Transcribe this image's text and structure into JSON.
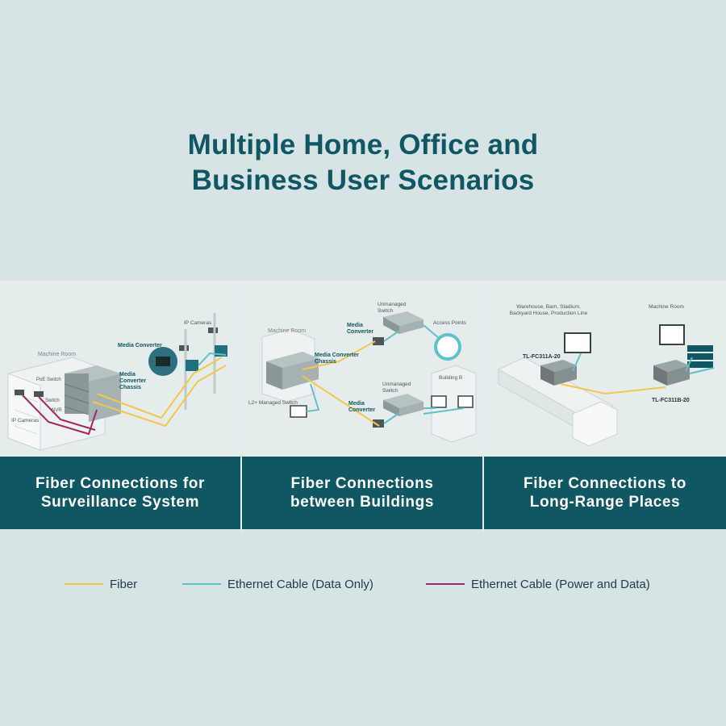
{
  "title": {
    "line1": "Multiple Home, Office and",
    "line2": "Business User Scenarios"
  },
  "colors": {
    "fiber": "#f2c74e",
    "ethernet_data": "#5fc1c9",
    "ethernet_power": "#a3285f",
    "brand": "#0f5763",
    "background": "#d7e3e4"
  },
  "panels": [
    {
      "caption_line1": "Fiber Connections for",
      "caption_line2": "Surveillance System",
      "labels": {
        "machine_room": "Machine Room",
        "poe_switch": "PoE Switch",
        "switch": "Switch",
        "nvr": "NVR",
        "ip_cameras_left": "IP Cameras",
        "ip_cameras_right": "IP Cameras",
        "media_converter": "Media Converter",
        "chassis_l1": "Media",
        "chassis_l2": "Converter",
        "chassis_l3": "Chassis"
      }
    },
    {
      "caption_line1": "Fiber Connections",
      "caption_line2": "between Buildings",
      "labels": {
        "machine_room": "Machine Room",
        "unmanaged_top_l1": "Unmanaged",
        "unmanaged_top_l2": "Switch",
        "media_converter_top_l1": "Media",
        "media_converter_top_l2": "Converter",
        "access_points": "Access Points",
        "chassis_l1": "Media Converter",
        "chassis_l2": "Chassis",
        "building_b": "Building B",
        "unmanaged_bottom_l1": "Unmanaged",
        "unmanaged_bottom_l2": "Switch",
        "l2_switch": "L2+ Managed Switch",
        "media_converter_bottom_l1": "Media",
        "media_converter_bottom_l2": "Converter"
      }
    },
    {
      "caption_line1": "Fiber Connections to",
      "caption_line2": "Long-Range Places",
      "labels": {
        "places_l1": "Warehouse, Barn, Stadium,",
        "places_l2": "Backyard House, Production Line",
        "machine_room": "Machine Room",
        "model_a": "TL-FC311A-20",
        "model_b": "TL-FC311B-20"
      }
    }
  ],
  "legend": [
    {
      "label": "Fiber",
      "color": "#f2c74e"
    },
    {
      "label": "Ethernet Cable (Data Only)",
      "color": "#5fc1c9"
    },
    {
      "label": "Ethernet Cable (Power and Data)",
      "color": "#a3285f"
    }
  ]
}
